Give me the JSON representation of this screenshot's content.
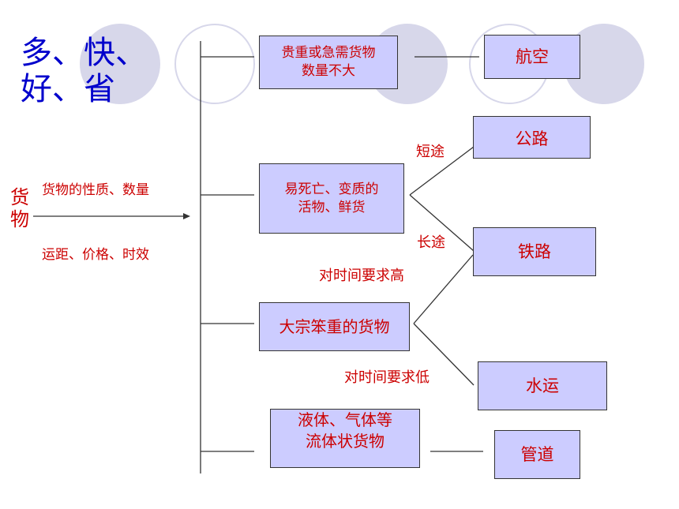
{
  "title": "多、快、\n好、省",
  "left": {
    "goods": "货\n物",
    "factor_top": "货物的性质、数量",
    "factor_bottom": "运距、价格、时效"
  },
  "categories": {
    "valuable": "贵重或急需货物\n数量不大",
    "perishable": "易死亡、变质的\n活物、鲜货",
    "bulky": "大宗笨重的货物",
    "fluid": "液体、气体等\n流体状货物"
  },
  "modes": {
    "air": "航空",
    "road": "公路",
    "rail": "铁路",
    "water": "水运",
    "pipeline": "管道"
  },
  "edge_labels": {
    "short": "短途",
    "long": "长途",
    "time_high": "对时间要求高",
    "time_low": "对时间要求低"
  },
  "colors": {
    "title": "#0000cc",
    "text": "#cc0000",
    "box_fill": "#ccccff",
    "circle": "#d7d7ea"
  }
}
